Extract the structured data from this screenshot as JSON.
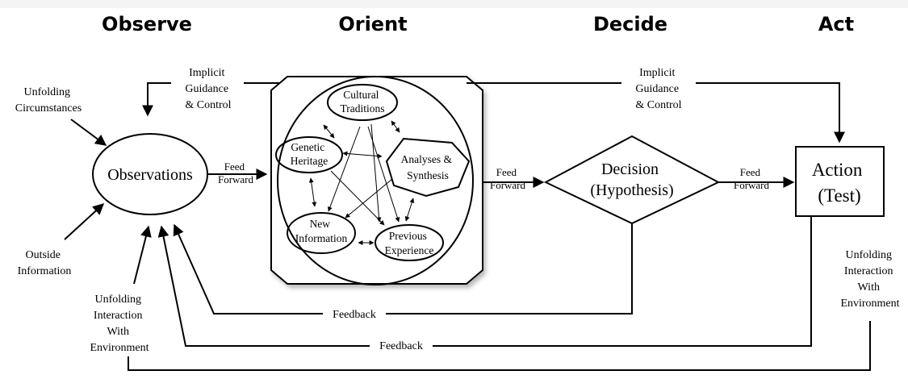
{
  "phases": {
    "observe": "Observe",
    "orient": "Orient",
    "decide": "Decide",
    "act": "Act"
  },
  "observe": {
    "node": "Observations",
    "input_unfolding": [
      "Unfolding",
      "Circumstances"
    ],
    "input_outside": [
      "Outside",
      "Information"
    ],
    "input_interaction": [
      "Unfolding",
      "Interaction",
      "With",
      "Environment"
    ]
  },
  "orient": {
    "cultural": [
      "Cultural",
      "Traditions"
    ],
    "genetic": [
      "Genetic",
      "Heritage"
    ],
    "analyses": [
      "Analyses &",
      "Synthesis"
    ],
    "new_info": [
      "New",
      "Information"
    ],
    "previous": [
      "Previous",
      "Experience"
    ]
  },
  "decide": {
    "node": [
      "Decision",
      "(Hypothesis)"
    ]
  },
  "act": {
    "node": [
      "Action",
      "(Test)"
    ],
    "interaction": [
      "Unfolding",
      "Interaction",
      "With",
      "Environment"
    ]
  },
  "links": {
    "implicit_left": [
      "Implicit",
      "Guidance",
      "& Control"
    ],
    "implicit_right": [
      "Implicit",
      "Guidance",
      "& Control"
    ],
    "feed_forward_1": [
      "Feed",
      "Forward"
    ],
    "feed_forward_2": [
      "Feed",
      "Forward"
    ],
    "feed_forward_3": [
      "Feed",
      "Forward"
    ],
    "feedback_decide": "Feedback",
    "feedback_act": "Feedback"
  }
}
